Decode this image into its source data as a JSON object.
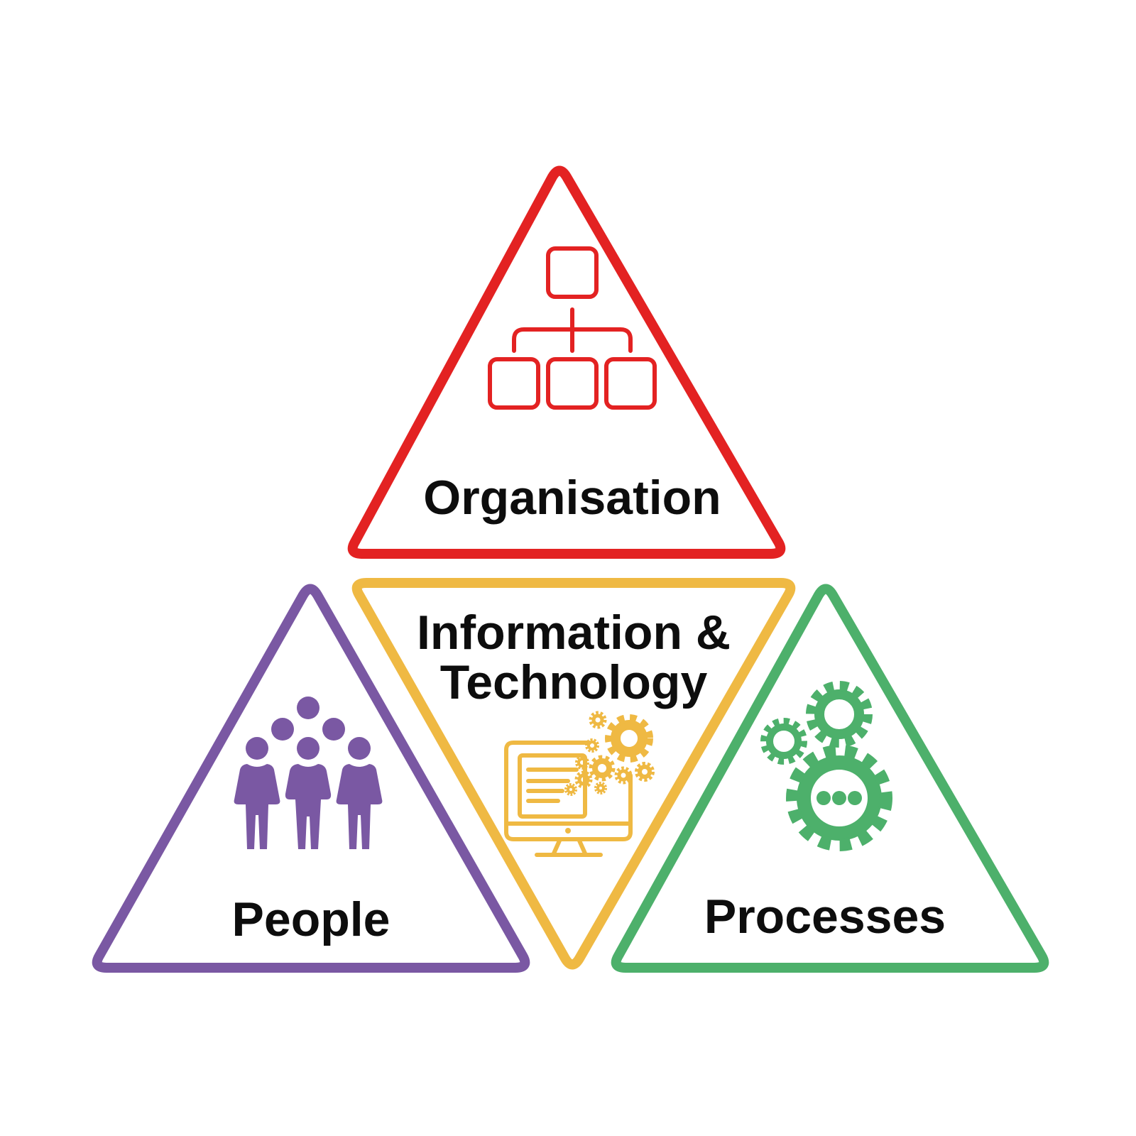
{
  "diagram": {
    "nodes": [
      {
        "id": "organisation",
        "label": "Organisation",
        "icon": "org-chart-icon",
        "color": "#e32222"
      },
      {
        "id": "people",
        "label": "People",
        "icon": "people-icon",
        "color": "#7a58a3"
      },
      {
        "id": "information-technology",
        "label_line1": "Information &",
        "label_line2": "Technology",
        "icon": "computer-gears-icon",
        "color": "#efb943"
      },
      {
        "id": "processes",
        "label": "Processes",
        "icon": "gears-icon",
        "color": "#4db06b"
      }
    ]
  }
}
